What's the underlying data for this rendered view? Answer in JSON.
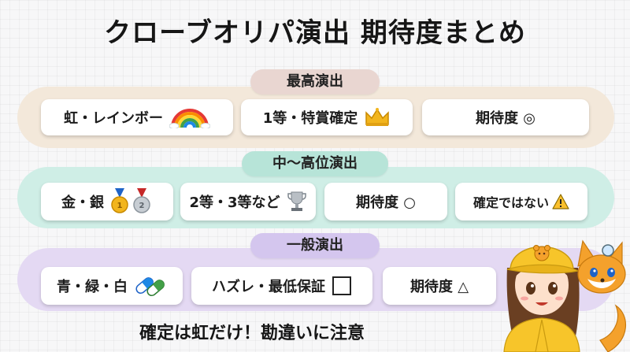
{
  "title": "クローブオリパ演出 期待度まとめ",
  "sections": [
    {
      "label": "最高演出",
      "cards": [
        {
          "text": "虹・レインボー",
          "icon": "rainbow-icon"
        },
        {
          "text": "1等・特賞確定",
          "icon": "crown-icon"
        },
        {
          "text": "期待度 ◎",
          "icon": ""
        }
      ]
    },
    {
      "label": "中〜高位演出",
      "cards": [
        {
          "text": "金・銀",
          "icon": "medals-icon"
        },
        {
          "text": "2等・3等など",
          "icon": "trophy-icon"
        },
        {
          "text": "期待度 ○",
          "icon": ""
        },
        {
          "text": "確定ではない",
          "icon": "warning-icon"
        }
      ]
    },
    {
      "label": "一般演出",
      "cards": [
        {
          "text": "青・緑・白",
          "icon": "pills-icon"
        },
        {
          "text": "ハズレ・最低保証",
          "icon": "empty-box-icon"
        },
        {
          "text": "期待度 △",
          "icon": ""
        }
      ]
    }
  ],
  "footer": "確定は虹だけ！勘違いに注意",
  "colors": {
    "band_top": "#f3e8da",
    "band_mid": "#cfeee6",
    "band_low": "#e4d9f3",
    "label_top": "#e9d6d1",
    "label_mid": "#b7e4d8",
    "label_low": "#d4c6ee",
    "gold": "#f2b51d"
  }
}
